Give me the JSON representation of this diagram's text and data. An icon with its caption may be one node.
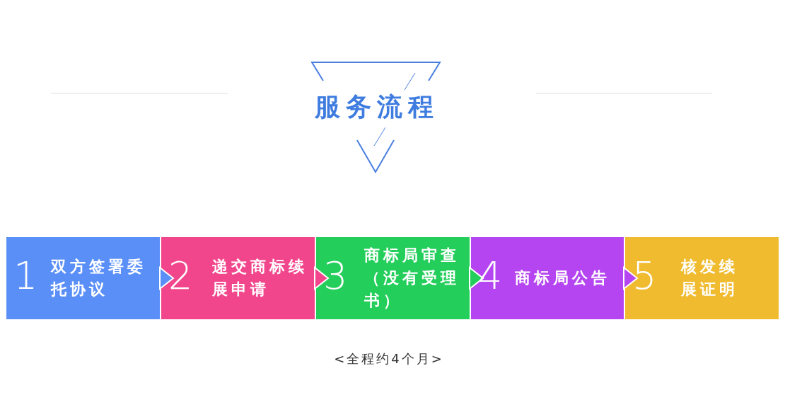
{
  "diagram": {
    "title": "服务流程",
    "nodes": [
      {
        "text": [
          "1",
          "双方签署委托协议"
        ]
      },
      {
        "text": [
          "2",
          "递交商标续展申请"
        ]
      },
      {
        "text": [
          "3",
          "商标局审查（没有受理书）"
        ]
      },
      {
        "text": [
          "4",
          "商标局公告"
        ]
      },
      {
        "text": [
          "5",
          "核发续展证明"
        ]
      }
    ],
    "edges": [
      {
        "from": 0,
        "to": 1,
        "arrow": "to"
      },
      {
        "from": 1,
        "to": 2,
        "arrow": "to"
      },
      {
        "from": 2,
        "to": 3,
        "arrow": "to"
      },
      {
        "from": 3,
        "to": 4,
        "arrow": "to"
      }
    ],
    "labels": [
      "<全程约4个月>"
    ]
  }
}
